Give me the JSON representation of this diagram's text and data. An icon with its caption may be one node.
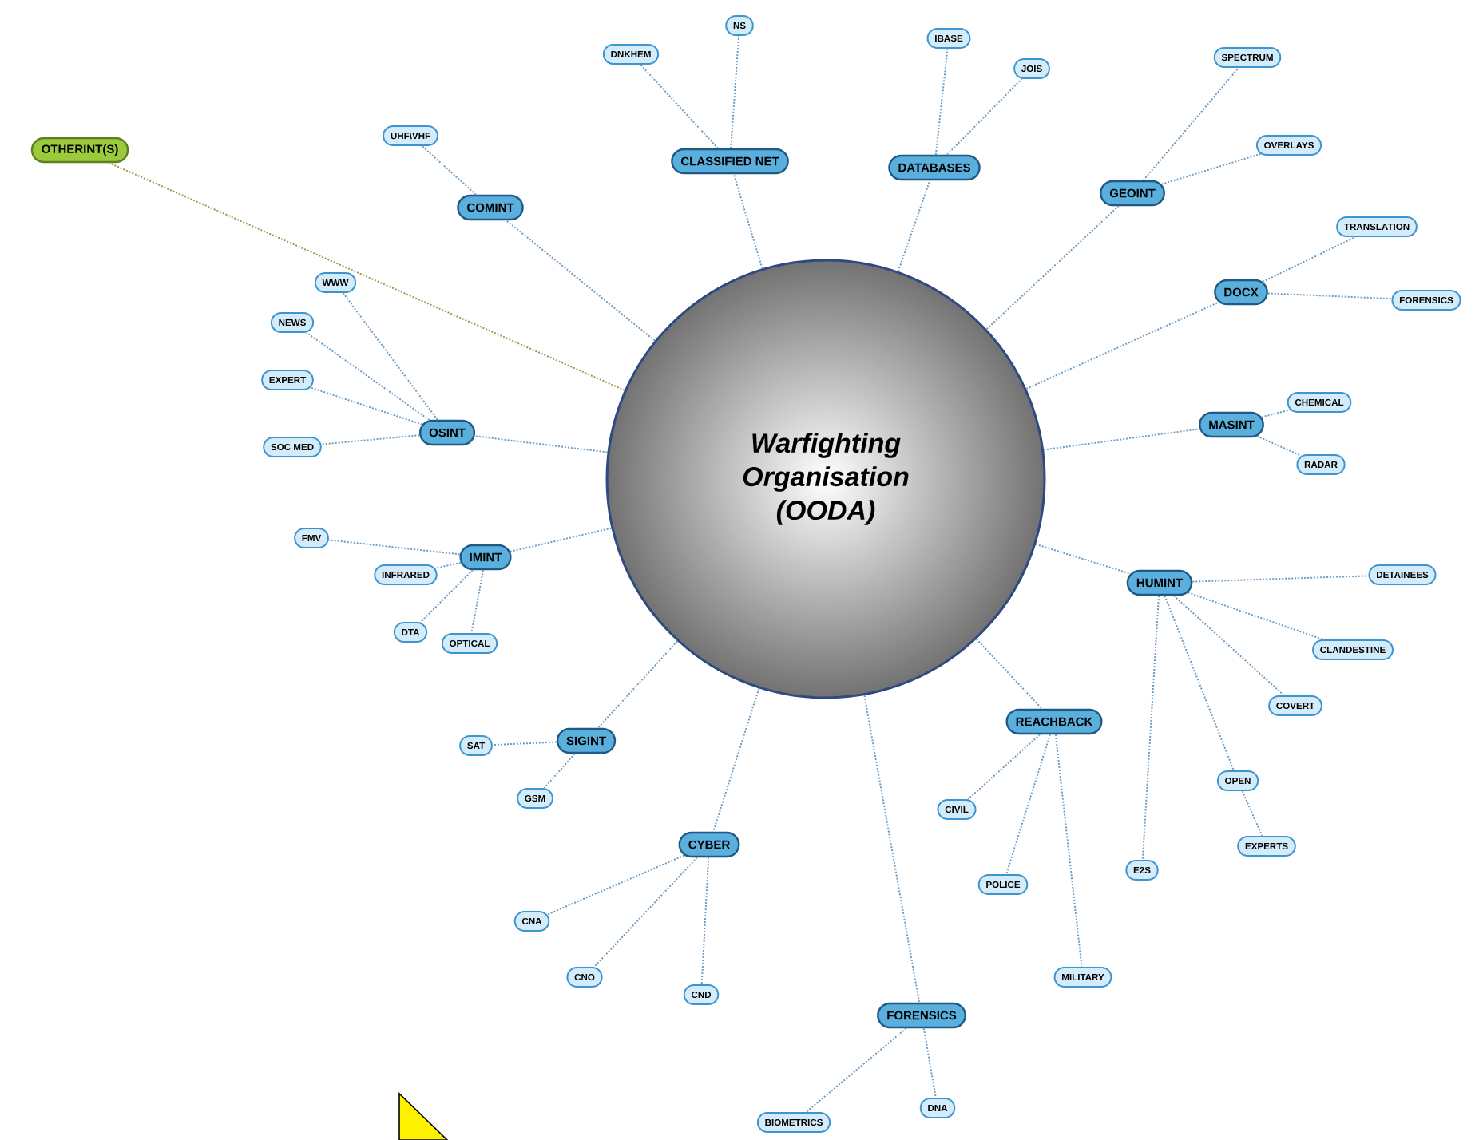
{
  "diagram": {
    "nodes": [
      {
        "text": [
          "Warfighting Organisation (OODA)"
        ]
      },
      {
        "text": [
          "OTHERINT(S)"
        ]
      },
      {
        "text": [
          "COMINT"
        ]
      },
      {
        "text": [
          "UHF\\VHF"
        ]
      },
      {
        "text": [
          "CLASSIFIED NET"
        ]
      },
      {
        "text": [
          "DNKHEM"
        ]
      },
      {
        "text": [
          "NS"
        ]
      },
      {
        "text": [
          "DATABASES"
        ]
      },
      {
        "text": [
          "IBASE"
        ]
      },
      {
        "text": [
          "JOIS"
        ]
      },
      {
        "text": [
          "GEOINT"
        ]
      },
      {
        "text": [
          "SPECTRUM"
        ]
      },
      {
        "text": [
          "OVERLAYS"
        ]
      },
      {
        "text": [
          "DOCX"
        ]
      },
      {
        "text": [
          "TRANSLATION"
        ]
      },
      {
        "text": [
          "FORENSICS"
        ]
      },
      {
        "text": [
          "MASINT"
        ]
      },
      {
        "text": [
          "CHEMICAL"
        ]
      },
      {
        "text": [
          "RADAR"
        ]
      },
      {
        "text": [
          "HUMINT"
        ]
      },
      {
        "text": [
          "DETAINEES"
        ]
      },
      {
        "text": [
          "CLANDESTINE"
        ]
      },
      {
        "text": [
          "COVERT"
        ]
      },
      {
        "text": [
          "OPEN"
        ]
      },
      {
        "text": [
          "EXPERTS"
        ]
      },
      {
        "text": [
          "E2S"
        ]
      },
      {
        "text": [
          "REACHBACK"
        ]
      },
      {
        "text": [
          "CIVIL"
        ]
      },
      {
        "text": [
          "POLICE"
        ]
      },
      {
        "text": [
          "MILITARY"
        ]
      },
      {
        "text": [
          "FORENSICS"
        ]
      },
      {
        "text": [
          "DNA"
        ]
      },
      {
        "text": [
          "BIOMETRICS"
        ]
      },
      {
        "text": [
          "CYBER"
        ]
      },
      {
        "text": [
          "CNA"
        ]
      },
      {
        "text": [
          "CNO"
        ]
      },
      {
        "text": [
          "CND"
        ]
      },
      {
        "text": [
          "SIGINT"
        ]
      },
      {
        "text": [
          "SAT"
        ]
      },
      {
        "text": [
          "GSM"
        ]
      },
      {
        "text": [
          "IMINT"
        ]
      },
      {
        "text": [
          "FMV"
        ]
      },
      {
        "text": [
          "INFRARED"
        ]
      },
      {
        "text": [
          "DTA"
        ]
      },
      {
        "text": [
          "OPTICAL"
        ]
      },
      {
        "text": [
          "OSINT"
        ]
      },
      {
        "text": [
          "WWW"
        ]
      },
      {
        "text": [
          "NEWS"
        ]
      },
      {
        "text": [
          "EXPERT"
        ]
      },
      {
        "text": [
          "SOC MED"
        ]
      }
    ],
    "edges": [
      {
        "from": 0,
        "to": 1,
        "arrow": "none",
        "color": "#9a9a50"
      },
      {
        "from": 0,
        "to": 2,
        "arrow": "none"
      },
      {
        "from": 2,
        "to": 3,
        "arrow": "none"
      },
      {
        "from": 0,
        "to": 4,
        "arrow": "none"
      },
      {
        "from": 4,
        "to": 5,
        "arrow": "none"
      },
      {
        "from": 4,
        "to": 6,
        "arrow": "none"
      },
      {
        "from": 0,
        "to": 7,
        "arrow": "none"
      },
      {
        "from": 7,
        "to": 8,
        "arrow": "none"
      },
      {
        "from": 7,
        "to": 9,
        "arrow": "none"
      },
      {
        "from": 0,
        "to": 10,
        "arrow": "none"
      },
      {
        "from": 10,
        "to": 11,
        "arrow": "none"
      },
      {
        "from": 10,
        "to": 12,
        "arrow": "none"
      },
      {
        "from": 0,
        "to": 13,
        "arrow": "none"
      },
      {
        "from": 13,
        "to": 14,
        "arrow": "none"
      },
      {
        "from": 13,
        "to": 15,
        "arrow": "none"
      },
      {
        "from": 0,
        "to": 16,
        "arrow": "none"
      },
      {
        "from": 16,
        "to": 17,
        "arrow": "none"
      },
      {
        "from": 16,
        "to": 18,
        "arrow": "none"
      },
      {
        "from": 0,
        "to": 19,
        "arrow": "none"
      },
      {
        "from": 19,
        "to": 20,
        "arrow": "none"
      },
      {
        "from": 19,
        "to": 21,
        "arrow": "none"
      },
      {
        "from": 19,
        "to": 22,
        "arrow": "none"
      },
      {
        "from": 19,
        "to": 23,
        "arrow": "none"
      },
      {
        "from": 23,
        "to": 24,
        "arrow": "none"
      },
      {
        "from": 19,
        "to": 25,
        "arrow": "none"
      },
      {
        "from": 0,
        "to": 26,
        "arrow": "none"
      },
      {
        "from": 26,
        "to": 27,
        "arrow": "none"
      },
      {
        "from": 26,
        "to": 28,
        "arrow": "none"
      },
      {
        "from": 26,
        "to": 29,
        "arrow": "none"
      },
      {
        "from": 0,
        "to": 30,
        "arrow": "none"
      },
      {
        "from": 30,
        "to": 31,
        "arrow": "none"
      },
      {
        "from": 30,
        "to": 32,
        "arrow": "none"
      },
      {
        "from": 0,
        "to": 33,
        "arrow": "none"
      },
      {
        "from": 33,
        "to": 34,
        "arrow": "none"
      },
      {
        "from": 33,
        "to": 35,
        "arrow": "none"
      },
      {
        "from": 33,
        "to": 36,
        "arrow": "none"
      },
      {
        "from": 0,
        "to": 37,
        "arrow": "none"
      },
      {
        "from": 37,
        "to": 38,
        "arrow": "none"
      },
      {
        "from": 37,
        "to": 39,
        "arrow": "none"
      },
      {
        "from": 0,
        "to": 40,
        "arrow": "none"
      },
      {
        "from": 40,
        "to": 41,
        "arrow": "none"
      },
      {
        "from": 40,
        "to": 42,
        "arrow": "none"
      },
      {
        "from": 40,
        "to": 43,
        "arrow": "none"
      },
      {
        "from": 40,
        "to": 44,
        "arrow": "none"
      },
      {
        "from": 0,
        "to": 45,
        "arrow": "none"
      },
      {
        "from": 45,
        "to": 46,
        "arrow": "none"
      },
      {
        "from": 45,
        "to": 47,
        "arrow": "none"
      },
      {
        "from": 45,
        "to": 48,
        "arrow": "none"
      },
      {
        "from": 45,
        "to": 49,
        "arrow": "none"
      }
    ]
  }
}
